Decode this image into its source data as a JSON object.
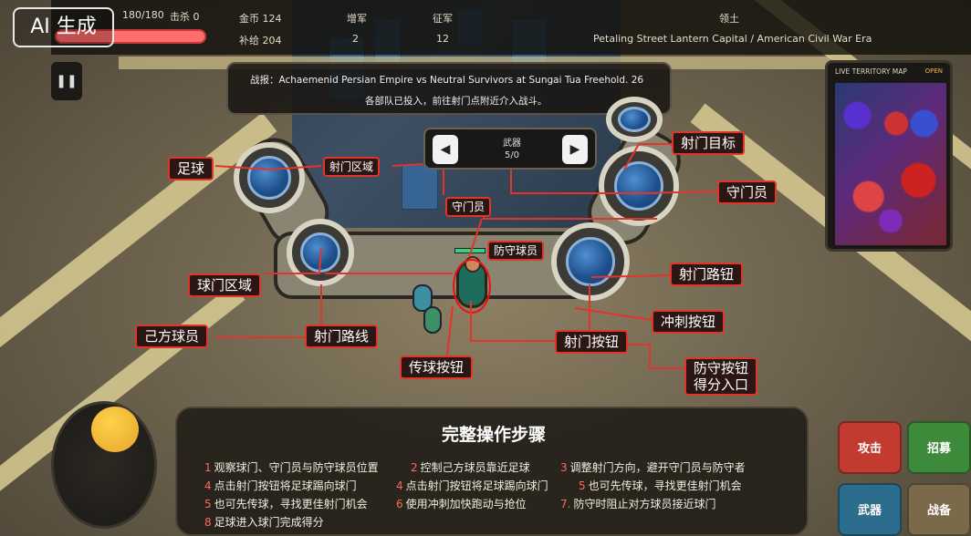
{
  "watermark": {
    "text": "AI 生成"
  },
  "hud": {
    "hp_readout": "180/180",
    "kills_label": "击杀 0",
    "gold_label": "金币 124",
    "supply_label": "补给 204",
    "stat2_title": "增军",
    "stat2_value": "2",
    "stat3_title": "征军",
    "stat3_value": "12",
    "region_title": "领土",
    "region_name": "Petaling Street Lantern Capital / American Civil War Era",
    "pause_icon": "pause-icon"
  },
  "banner": {
    "line1": "战报：Achaemenid Persian Empire vs Neutral Survivors at Sungai Tua Freehold. 26",
    "line2": "各部队已投入，前往射门点附近介入战斗。"
  },
  "selector": {
    "name": "武器",
    "value": "5/0",
    "prev_symbol": "◀",
    "next_symbol": "▶"
  },
  "minimap": {
    "title": "LIVE TERRITORY MAP",
    "status": "OPEN"
  },
  "callouts": {
    "soccer": "足球",
    "shot_zone": "射门区域",
    "shot_target": "射门目标",
    "goalkeeper_r": "守门员",
    "goalkeeper_c": "守门员",
    "defender": "防守球员",
    "goal_area": "球门区域",
    "shot_path_btn": "射门路钮",
    "teammate": "己方球员",
    "shot_route": "射门路线",
    "sprint_btn": "冲刺按钮",
    "shoot_btn": "射门按钮",
    "pass_btn": "传球按钮",
    "defend_btn_1": "防守按钮",
    "defend_btn_2": "得分入口"
  },
  "steps": {
    "title": "完整操作步骤",
    "items": [
      {
        "n": "1",
        "text": "观察球门、守门员与防守球员位置"
      },
      {
        "n": "2",
        "text": "控制己方球员靠近足球"
      },
      {
        "n": "3",
        "text": "调整射门方向，避开守门员与防守者"
      },
      {
        "n": "4",
        "text": "点击射门按钮将足球踢向球门"
      },
      {
        "n": "4",
        "text": "点击射门按钮将足球踢向球门"
      },
      {
        "n": "5",
        "text": "也可先传球，寻找更佳射门机会"
      },
      {
        "n": "5",
        "text": "也可先传球，寻找更佳射门机会"
      },
      {
        "n": "6",
        "text": "使用冲刺加快跑动与抢位"
      },
      {
        "n": "7.",
        "text": "防守时阻止对方球员接近球门"
      },
      {
        "n": "8",
        "text": "足球进入球门完成得分"
      }
    ]
  },
  "actions": {
    "attack": "攻击",
    "recruit": "招募",
    "weapon": "武器",
    "battle": "战备"
  },
  "colors": {
    "callout_border": "#e3342c",
    "attack_btn": "#c23a30",
    "recruit_btn": "#3d8a3a",
    "weapon_btn": "#2c6c8c",
    "joystick_knob": "#ffd24a"
  }
}
